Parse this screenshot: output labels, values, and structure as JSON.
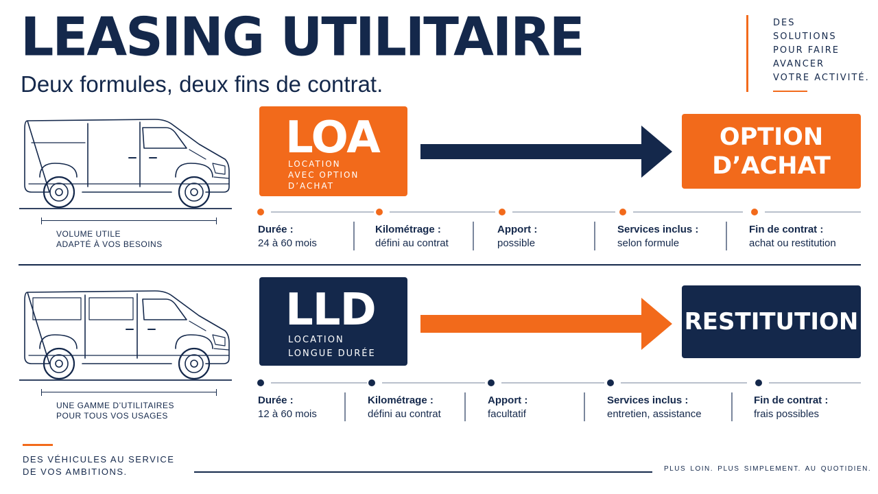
{
  "header": {
    "title": "LEASING UTILITAIRE",
    "subtitle": "Deux formules, deux fins de contrat.",
    "tagline": [
      "DES",
      "SOLUTIONS",
      "POUR FAIRE",
      "AVANCER",
      "VOTRE ACTIVITÉ."
    ]
  },
  "colors": {
    "orange": "#f26a1b",
    "navy": "#14284b"
  },
  "loa": {
    "badge_title": "LOA",
    "badge_subtitle": [
      "LOCATION",
      "AVEC OPTION",
      "D’ACHAT"
    ],
    "end_label": [
      "OPTION",
      "D’ACHAT"
    ],
    "van_caption": [
      "VOLUME UTILE",
      "ADAPTÉ À VOS BESOINS"
    ],
    "specs": [
      {
        "label": "Durée :",
        "value": "24 à 60 mois"
      },
      {
        "label": "Kilométrage :",
        "value": "défini au contrat"
      },
      {
        "label": "Apport :",
        "value": "possible"
      },
      {
        "label": "Services inclus :",
        "value": "selon formule"
      },
      {
        "label": "Fin de contrat :",
        "value": "achat ou restitution"
      }
    ]
  },
  "lld": {
    "badge_title": "LLD",
    "badge_subtitle": [
      "LOCATION",
      "LONGUE DURÉE"
    ],
    "end_label": [
      "RESTITUTION"
    ],
    "van_caption": [
      "UNE GAMME D’UTILITAIRES",
      "POUR TOUS VOS USAGES"
    ],
    "specs": [
      {
        "label": "Durée :",
        "value": "12 à 60 mois"
      },
      {
        "label": "Kilométrage :",
        "value": "défini au contrat"
      },
      {
        "label": "Apport :",
        "value": "facultatif"
      },
      {
        "label": "Services inclus :",
        "value": "entretien, assistance"
      },
      {
        "label": "Fin de contrat :",
        "value": "frais possibles"
      }
    ]
  },
  "footer": {
    "left": [
      "DES VÉHICULES AU SERVICE",
      "DE VOS AMBITIONS."
    ],
    "right": "PLUS LOIN.  PLUS SIMPLEMENT.  AU QUOTIDIEN."
  }
}
